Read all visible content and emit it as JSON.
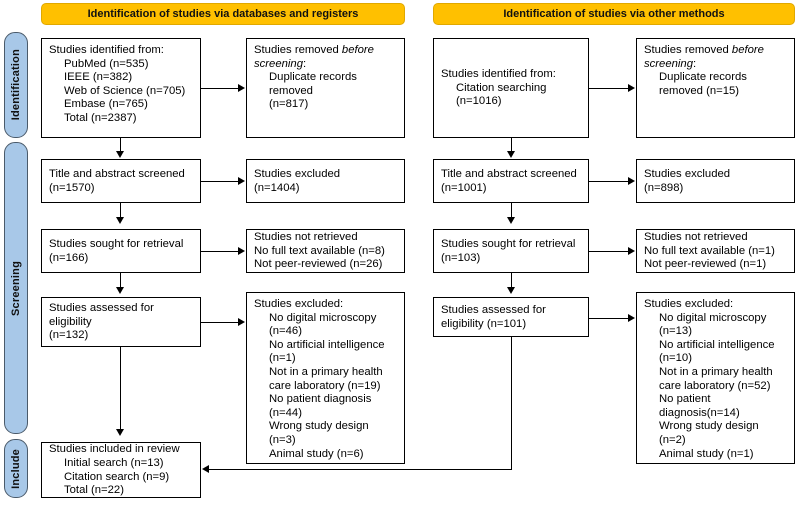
{
  "colors": {
    "header_bar": "#FFC000",
    "phase_bar": "#A8C8E8",
    "box_border": "#000000",
    "page_background": "#FFFFFF"
  },
  "diagram": {
    "type": "prisma-flow-diagram",
    "phases": [
      {
        "id": "identification",
        "label": "Identification"
      },
      {
        "id": "screening",
        "label": "Screening"
      },
      {
        "id": "include",
        "label": "Include"
      }
    ],
    "columns": [
      {
        "id": "databases",
        "header": "Identification of studies via databases and registers"
      },
      {
        "id": "other",
        "header": "Identification of studies via other methods"
      }
    ],
    "boxes": {
      "db_identified": {
        "lines": [
          {
            "text": "Studies identified from:",
            "indent": false
          },
          {
            "text": "PubMed (n=535)",
            "indent": true
          },
          {
            "text": "IEEE (n=382)",
            "indent": true
          },
          {
            "text": "Web of Science (n=705)",
            "indent": true
          },
          {
            "text": "Embase (n=765)",
            "indent": true
          },
          {
            "text": "Total (n=2387)",
            "indent": true
          }
        ]
      },
      "db_removed": {
        "lines": [
          {
            "text": "Studies removed ",
            "italic_tail": "before",
            "indent": false
          },
          {
            "text": "",
            "italic_head": "screening",
            "tail": ":",
            "indent": false
          },
          {
            "text": "Duplicate records",
            "indent": true
          },
          {
            "text": "removed",
            "indent": true
          },
          {
            "text": "(n=817)",
            "indent": true
          }
        ]
      },
      "db_screened": {
        "lines": [
          {
            "text": "Title and abstract screened",
            "indent": false
          },
          {
            "text": "(n=1570)",
            "indent": false
          }
        ]
      },
      "db_excluded1": {
        "lines": [
          {
            "text": "Studies excluded",
            "indent": false
          },
          {
            "text": "(n=1404)",
            "indent": false
          }
        ]
      },
      "db_sought": {
        "lines": [
          {
            "text": "Studies sought for retrieval",
            "indent": false
          },
          {
            "text": "(n=166)",
            "indent": false
          }
        ]
      },
      "db_notretrieved": {
        "lines": [
          {
            "text": "Studies not retrieved",
            "indent": false
          },
          {
            "text": "No full text available (n=8)",
            "indent": false
          },
          {
            "text": "Not peer-reviewed (n=26)",
            "indent": false
          }
        ]
      },
      "db_assessed": {
        "lines": [
          {
            "text": "Studies assessed for",
            "indent": false
          },
          {
            "text": "eligibility",
            "indent": false
          },
          {
            "text": "(n=132)",
            "indent": false
          }
        ]
      },
      "db_excluded2": {
        "lines": [
          {
            "text": "Studies excluded:",
            "indent": false
          },
          {
            "text": "No digital microscopy",
            "indent": true
          },
          {
            "text": "(n=46)",
            "indent": true
          },
          {
            "text": "No artificial intelligence",
            "indent": true
          },
          {
            "text": "(n=1)",
            "indent": true
          },
          {
            "text": "Not in a primary health",
            "indent": true
          },
          {
            "text": "care laboratory (n=19)",
            "indent": true
          },
          {
            "text": "No patient diagnosis",
            "indent": true
          },
          {
            "text": "(n=44)",
            "indent": true
          },
          {
            "text": "Wrong study design",
            "indent": true
          },
          {
            "text": "(n=3)",
            "indent": true
          },
          {
            "text": "Animal study (n=6)",
            "indent": true
          }
        ]
      },
      "other_identified": {
        "lines": [
          {
            "text": "Studies identified from:",
            "indent": false
          },
          {
            "text": "Citation searching",
            "indent": true
          },
          {
            "text": "(n=1016)",
            "indent": true
          }
        ]
      },
      "other_removed": {
        "lines": [
          {
            "text": "Studies removed ",
            "italic_tail": "before",
            "indent": false
          },
          {
            "text": "",
            "italic_head": "screening",
            "tail": ":",
            "indent": false
          },
          {
            "text": "Duplicate records",
            "indent": true
          },
          {
            "text": "removed (n=15)",
            "indent": true
          }
        ]
      },
      "other_screened": {
        "lines": [
          {
            "text": "Title and abstract screened",
            "indent": false
          },
          {
            "text": "(n=1001)",
            "indent": false
          }
        ]
      },
      "other_excluded1": {
        "lines": [
          {
            "text": "Studies excluded",
            "indent": false
          },
          {
            "text": "(n=898)",
            "indent": false
          }
        ]
      },
      "other_sought": {
        "lines": [
          {
            "text": "Studies sought for retrieval",
            "indent": false
          },
          {
            "text": "(n=103)",
            "indent": false
          }
        ]
      },
      "other_notretrieved": {
        "lines": [
          {
            "text": "Studies not retrieved",
            "indent": false
          },
          {
            "text": "No full text available (n=1)",
            "indent": false
          },
          {
            "text": "Not peer-reviewed (n=1)",
            "indent": false
          }
        ]
      },
      "other_assessed": {
        "lines": [
          {
            "text": "Studies assessed for",
            "indent": false
          },
          {
            "text": "eligibility (n=101)",
            "indent": false
          }
        ]
      },
      "other_excluded2": {
        "lines": [
          {
            "text": "Studies excluded:",
            "indent": false
          },
          {
            "text": "No digital microscopy",
            "indent": true
          },
          {
            "text": "(n=13)",
            "indent": true
          },
          {
            "text": "No artificial intelligence",
            "indent": true
          },
          {
            "text": "(n=10)",
            "indent": true
          },
          {
            "text": "Not in a primary health",
            "indent": true
          },
          {
            "text": "care laboratory (n=52)",
            "indent": true
          },
          {
            "text": "No patient",
            "indent": true
          },
          {
            "text": "diagnosis(n=14)",
            "indent": true
          },
          {
            "text": "Wrong study design",
            "indent": true
          },
          {
            "text": "(n=2)",
            "indent": true
          },
          {
            "text": "Animal study (n=1)",
            "indent": true
          }
        ]
      },
      "included": {
        "lines": [
          {
            "text": "Studies included in review",
            "indent": false
          },
          {
            "text": "Initial search (n=13)",
            "indent": true
          },
          {
            "text": "Citation search (n=9)",
            "indent": true
          },
          {
            "text": "Total (n=22)",
            "indent": true
          }
        ]
      }
    },
    "counts": {
      "pubmed": 535,
      "ieee": 382,
      "web_of_science": 705,
      "embase": 765,
      "databases_total": 2387,
      "databases_duplicates_removed": 817,
      "databases_title_abstract_screened": 1570,
      "databases_excluded_screening": 1404,
      "databases_sought_for_retrieval": 166,
      "databases_no_full_text": 8,
      "databases_not_peer_reviewed": 26,
      "databases_assessed_for_eligibility": 132,
      "databases_excluded_no_digital_microscopy": 46,
      "databases_excluded_no_ai": 1,
      "databases_excluded_not_primary_care_lab": 19,
      "databases_excluded_no_patient_diagnosis": 44,
      "databases_excluded_wrong_study_design": 3,
      "databases_excluded_animal_study": 6,
      "citation_searching": 1016,
      "other_duplicates_removed": 15,
      "other_title_abstract_screened": 1001,
      "other_excluded_screening": 898,
      "other_sought_for_retrieval": 103,
      "other_no_full_text": 1,
      "other_not_peer_reviewed": 1,
      "other_assessed_for_eligibility": 101,
      "other_excluded_no_digital_microscopy": 13,
      "other_excluded_no_ai": 10,
      "other_excluded_not_primary_care_lab": 52,
      "other_excluded_no_patient_diagnosis": 14,
      "other_excluded_wrong_study_design": 2,
      "other_excluded_animal_study": 1,
      "included_initial_search": 13,
      "included_citation_search": 9,
      "included_total": 22
    }
  }
}
